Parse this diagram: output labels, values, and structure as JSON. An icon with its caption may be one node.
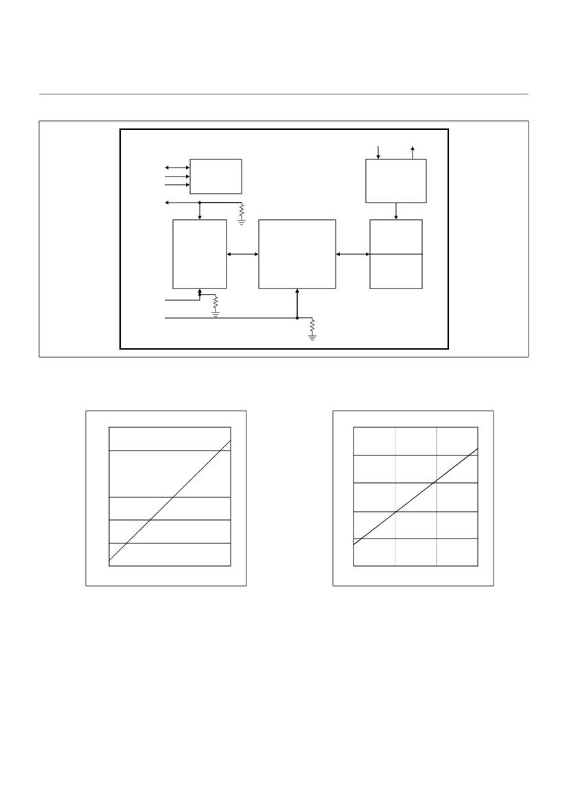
{
  "diagram": {
    "nodes": [
      {
        "text": [],
        "shape": "box"
      },
      {
        "text": [],
        "shape": "box"
      },
      {
        "text": [],
        "shape": "resistor"
      },
      {
        "text": [],
        "shape": "box"
      },
      {
        "text": [],
        "shape": "box"
      },
      {
        "text": [],
        "shape": "box"
      },
      {
        "text": [],
        "shape": "resistor"
      },
      {
        "text": [],
        "shape": "resistor"
      }
    ],
    "edges": [
      {
        "from": null,
        "to": 0,
        "arrow": "both"
      },
      {
        "from": null,
        "to": 0,
        "arrow": "to"
      },
      {
        "from": null,
        "to": 0,
        "arrow": "to"
      },
      {
        "from": null,
        "to": 1,
        "arrow": "to"
      },
      {
        "from": 1,
        "to": null,
        "arrow": "to"
      },
      {
        "from": 2,
        "to": null,
        "arrow": "to"
      },
      {
        "from": 2,
        "to": 3,
        "arrow": "to"
      },
      {
        "from": 1,
        "to": 5,
        "arrow": "to"
      },
      {
        "from": 3,
        "to": 4,
        "arrow": "both"
      },
      {
        "from": 4,
        "to": 5,
        "arrow": "both"
      },
      {
        "from": null,
        "to": 3,
        "arrow": "to"
      },
      {
        "from": 6,
        "to": 3,
        "arrow": "to"
      },
      {
        "from": null,
        "to": 4,
        "arrow": "to"
      },
      {
        "from": 7,
        "to": 4,
        "arrow": "to"
      }
    ]
  }
}
